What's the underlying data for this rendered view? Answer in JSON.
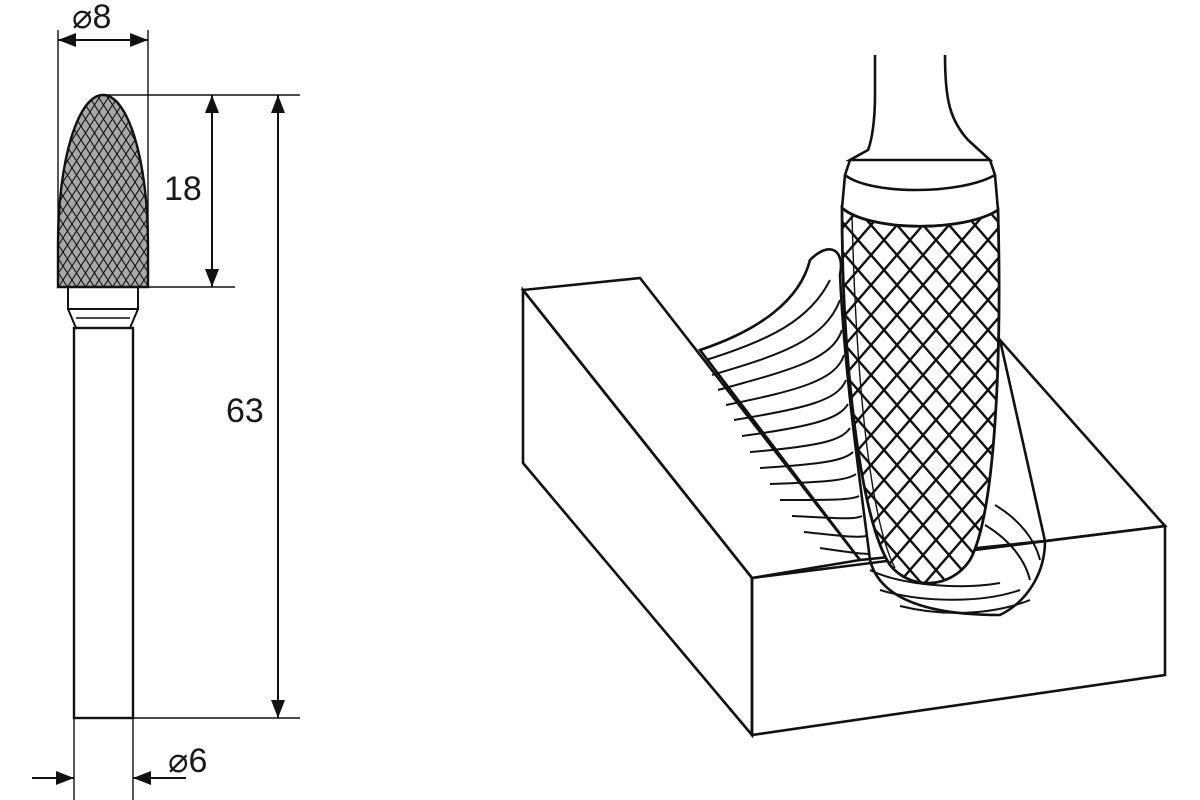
{
  "technical_drawing": {
    "head_diameter_label": "⌀8",
    "head_length_label": "18",
    "total_length_label": "63",
    "shank_diameter_label": "⌀6"
  },
  "colors": {
    "line": "#111111",
    "background": "#ffffff",
    "knurl_fill": "#9a9a9a"
  }
}
